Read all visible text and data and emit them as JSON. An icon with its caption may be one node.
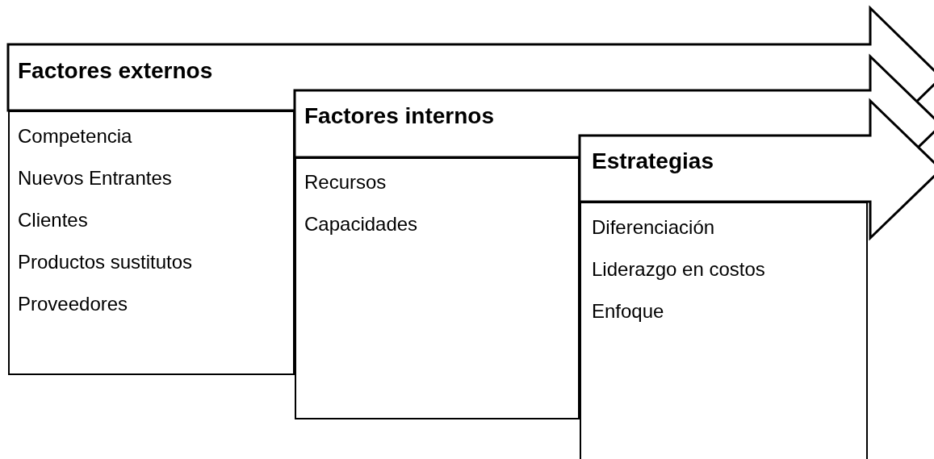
{
  "diagram": {
    "nodes": [
      {
        "text": [
          "Factores externos"
        ]
      },
      {
        "text": [
          "Competencia",
          "Nuevos Entrantes",
          "Clientes",
          "Productos sustitutos",
          "Proveedores"
        ]
      },
      {
        "text": [
          "Factores internos"
        ]
      },
      {
        "text": [
          "Recursos",
          "Capacidades"
        ]
      },
      {
        "text": [
          "Estrategias"
        ]
      },
      {
        "text": [
          "Diferenciación",
          "Liderazgo en costos",
          "Enfoque"
        ]
      }
    ]
  }
}
